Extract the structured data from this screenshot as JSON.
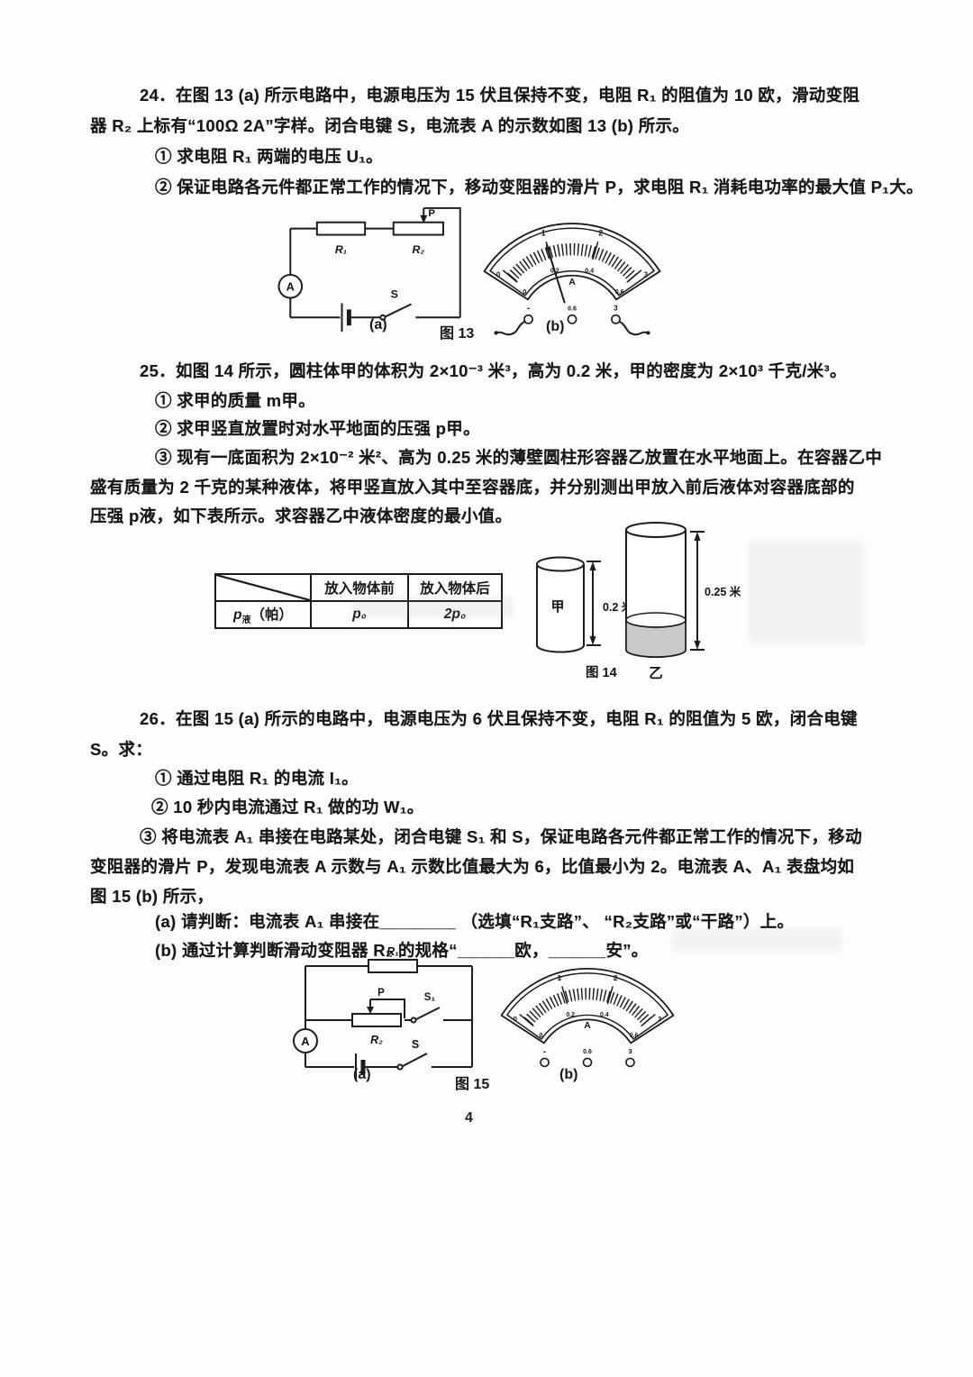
{
  "page": {
    "number": "4"
  },
  "q24": {
    "lines": [
      "24．在图 13 (a) 所示电路中，电源电压为 15 伏且保持不变，电阻 R₁ 的阻值为 10 欧，滑动变阻",
      "器 R₂ 上标有“100Ω  2A”字样。闭合电键 S，电流表 A 的示数如图 13 (b) 所示。",
      "① 求电阻 R₁ 两端的电压 U₁。",
      "② 保证电路各元件都正常工作的情况下，移动变阻器的滑片 P，求电阻 R₁ 消耗电功率的最大值 P₁大。"
    ]
  },
  "fig13": {
    "circuit": {
      "r1": "R₁",
      "r2": "R₂",
      "p": "P",
      "s": "S",
      "ammeter": "A"
    },
    "dial": {
      "top_scale": [
        "0",
        "1",
        "2",
        "3"
      ],
      "bottom_scale": [
        "0",
        "0.2",
        "0.4",
        "0.6"
      ],
      "unit": "A",
      "terminals": [
        "-",
        "0.6",
        "3"
      ]
    },
    "captions": {
      "a": "(a)",
      "fig": "图 13",
      "b": "(b)"
    }
  },
  "q25": {
    "lines": [
      "25．如图 14 所示，圆柱体甲的体积为 2×10⁻³ 米³，高为 0.2 米，甲的密度为 2×10³ 千克/米³。",
      "① 求甲的质量 m甲。",
      "② 求甲竖直放置时对水平地面的压强 p甲。",
      "③ 现有一底面积为 2×10⁻² 米²、高为 0.25 米的薄壁圆柱形容器乙放置在水平地面上。在容器乙中",
      "盛有质量为 2 千克的某种液体，将甲竖直放入其中至容器底，并分别测出甲放入前后液体对容器底部的",
      "压强 p液，如下表所示。求容器乙中液体密度的最小值。"
    ]
  },
  "table25": {
    "headers": [
      "放入物体前",
      "放入物体后"
    ],
    "row_label_var": "p",
    "row_label_sub": "液",
    "row_label_unit": "（帕）",
    "before": "p₀",
    "after": "2p₀"
  },
  "fig14": {
    "jia_label": "甲",
    "yi_label": "乙",
    "jia_height": "0.2 米",
    "yi_height": "0.25 米",
    "caption": "图 14"
  },
  "q26": {
    "lines": [
      "26．在图 15 (a) 所示的电路中，电源电压为 6 伏且保持不变，电阻 R₁ 的阻值为 5 欧，闭合电键",
      "S。求：",
      "① 通过电阻 R₁ 的电流 I₁。",
      "② 10 秒内电流通过 R₁ 做的功 W₁。",
      "③ 将电流表 A₁ 串接在电路某处，闭合电键 S₁ 和 S，保证电路各元件都正常工作的情况下，移动",
      "变阻器的滑片 P，发现电流表 A 示数与 A₁ 示数比值最大为 6，比值最小为 2。电流表 A、A₁ 表盘均如",
      "图 15 (b) 所示，",
      "(a) 请判断：电流表 A₁ 串接在________ （选填“R₁支路”、 “R₂支路”或“干路”）上。",
      "(b) 通过计算判断滑动变阻器 R₂ 的规格“______欧，______安”。"
    ]
  },
  "fig15": {
    "circuit": {
      "r1": "R₁",
      "r2": "R₂",
      "p": "P",
      "s": "S",
      "s1": "S₁",
      "ammeter": "A"
    },
    "dial": {
      "top_scale": [
        "0",
        "1",
        "2",
        "3"
      ],
      "bottom_scale": [
        "0",
        "0.2",
        "0.4",
        "0.6"
      ],
      "unit": "A",
      "terminals": [
        "-",
        "0.6",
        "3"
      ]
    },
    "captions": {
      "a": "(a)",
      "fig": "图 15",
      "b": "(b)"
    }
  }
}
